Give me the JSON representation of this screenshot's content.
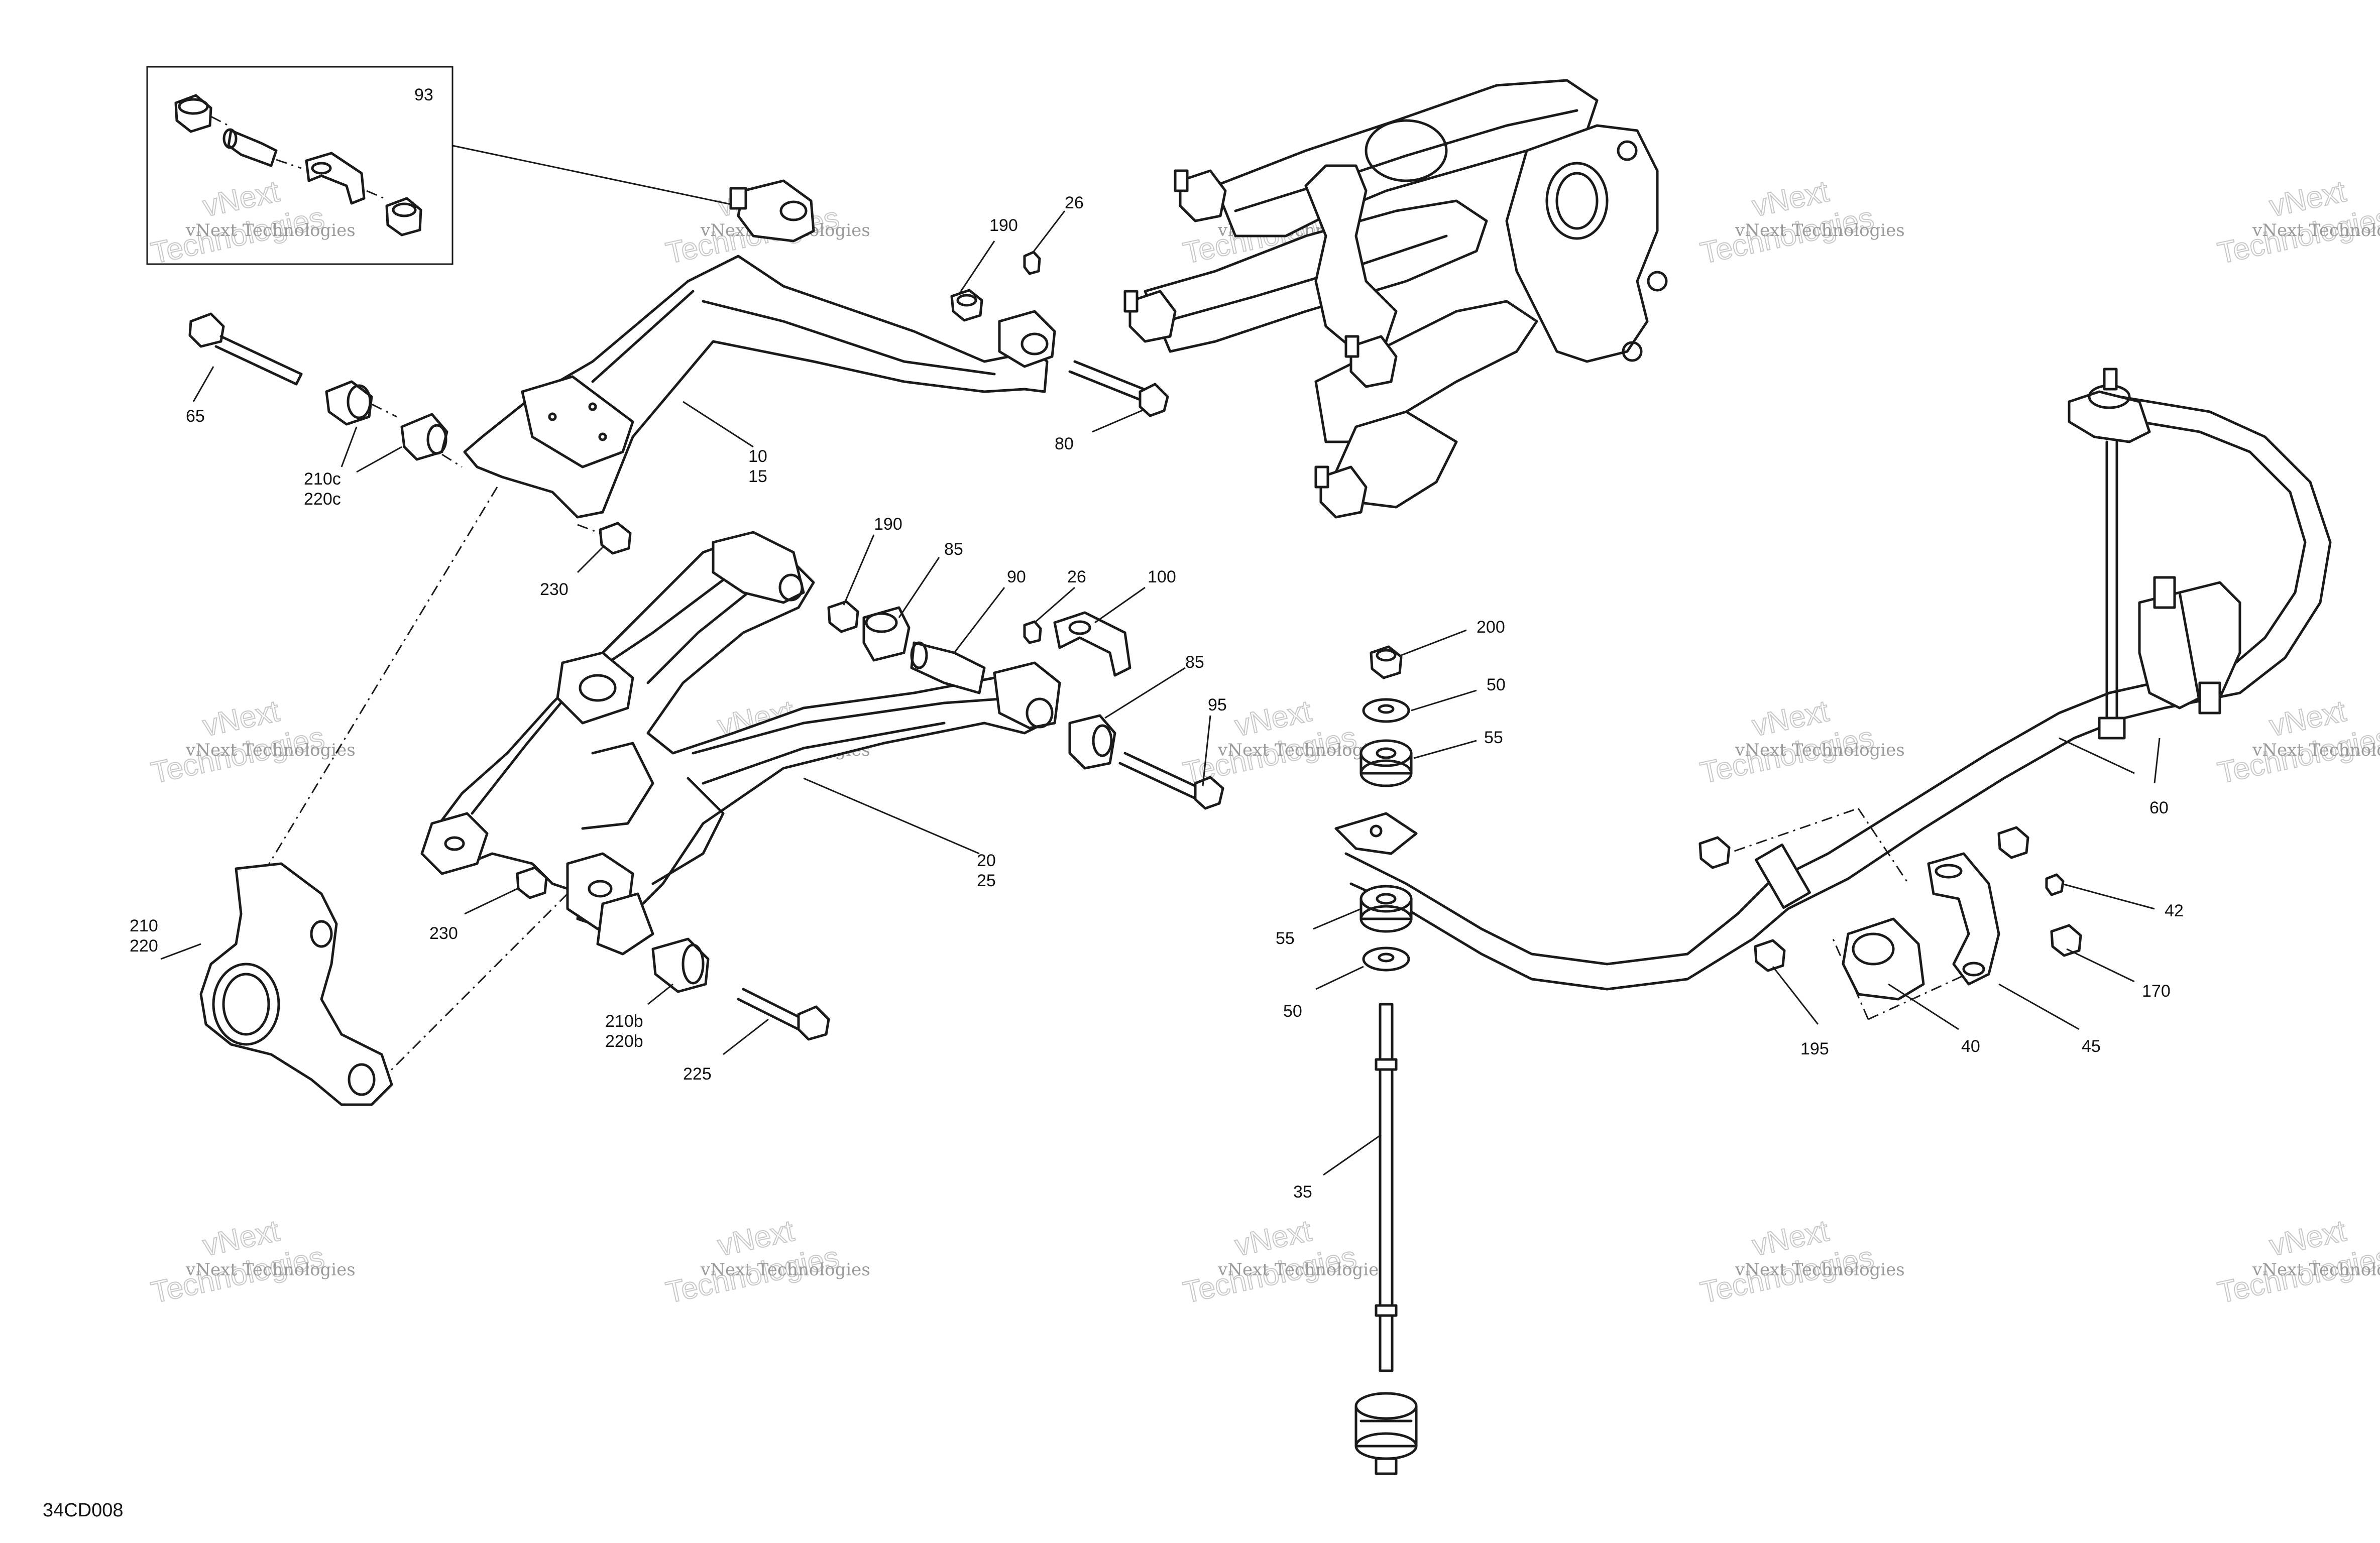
{
  "diagram_id": "34CD008",
  "watermark": {
    "line1": "vNext Technologies",
    "line2": "vNext",
    "line3": "Technologies"
  },
  "callouts": {
    "c93": "93",
    "c190a": "190",
    "c26a": "26",
    "c65": "65",
    "c10": "10",
    "c15": "15",
    "c80": "80",
    "c210c": "210c",
    "c220c": "220c",
    "c230a": "230",
    "c190b": "190",
    "c85a": "85",
    "c90": "90",
    "c26b": "26",
    "c100": "100",
    "c85b": "85",
    "c95": "95",
    "c20": "20",
    "c25": "25",
    "c210": "210",
    "c220": "220",
    "c230b": "230",
    "c210b": "210b",
    "c220b": "220b",
    "c225": "225",
    "c200": "200",
    "c50a": "50",
    "c55a": "55",
    "c60": "60",
    "c42": "42",
    "c55b": "55",
    "c50b": "50",
    "c170": "170",
    "c195": "195",
    "c40": "40",
    "c45": "45",
    "c35": "35"
  }
}
